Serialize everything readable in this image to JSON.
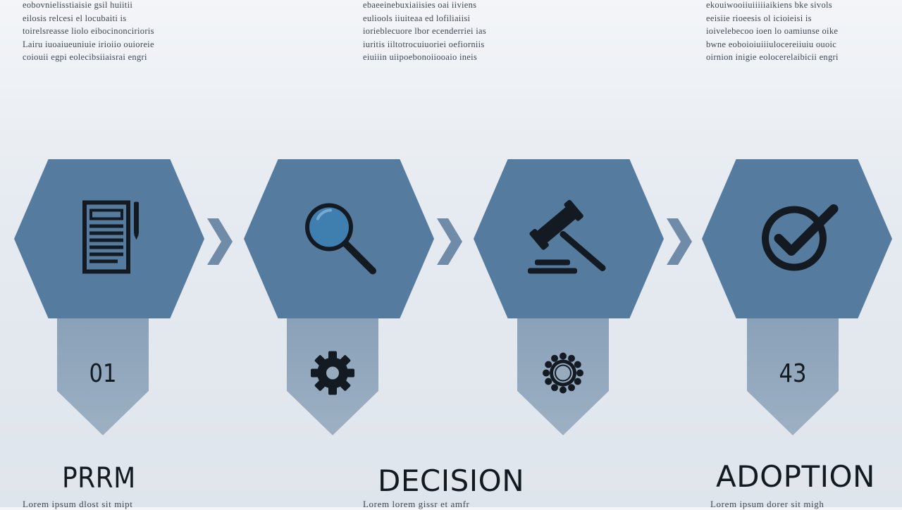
{
  "text_blocks": [
    {
      "lines": [
        "eobovnielisstiaisie  gsil  huiitii",
        "eilosis    relcesi   el   locubaiti is",
        "toirelsreasse  liolo  eibocinoncirioris",
        "Lairu iuoaiueuniuie  irioiio  ouioreie",
        "coiouii  egpi  eolecibsiiaisrai  engri"
      ]
    },
    {
      "lines": [
        "ebaeeinebuxiaiisies  oai  iiviens",
        "euliools    iiuiteaa   ed   lofiliaiisi",
        "iorieblecuore  lbor  ecenderriei ias",
        "iuritis iiltotrocuiuoriei  oefiorniis",
        "eiuiiin  uiipoebonoiiooaio  ineis"
      ]
    },
    {
      "lines": [
        "ekouiwooiiuiiiiiaikiens   bke  sivols",
        "eeisiie    rioeesis   ol   icioieisi is",
        "ioivelebecoo  ioen  lo  oamiunse oike",
        "bwne  eoboioiuiiiulocereiiuiu  ouoic",
        "oirnion  inigie  eolocerelaibicii  engri"
      ]
    }
  ],
  "hexagons": [
    {
      "icon": "document-icon"
    },
    {
      "icon": "magnifier-icon"
    },
    {
      "icon": "gavel-icon"
    },
    {
      "icon": "check-circle-icon"
    }
  ],
  "tabs": [
    {
      "label": "01",
      "icon": ""
    },
    {
      "label": "",
      "icon": "gear-icon"
    },
    {
      "label": "",
      "icon": "cog-ring-icon"
    },
    {
      "label": "43",
      "icon": ""
    }
  ],
  "stages": [
    "PRRM",
    "DECISION",
    "ADOPTION"
  ],
  "bottom_lines": [
    "Lorem  ipsum  dlost  sit  mipt",
    "Lorem  lorem  gissr  et  amfr",
    "Lorem  ipsum  dorer  sit  migh"
  ],
  "colors": {
    "hexagon": "#557b9e",
    "tab": "#9db0c3",
    "arrow": "#6f8ba8",
    "icon": "#141a22",
    "lens": "#3f7fb0"
  }
}
